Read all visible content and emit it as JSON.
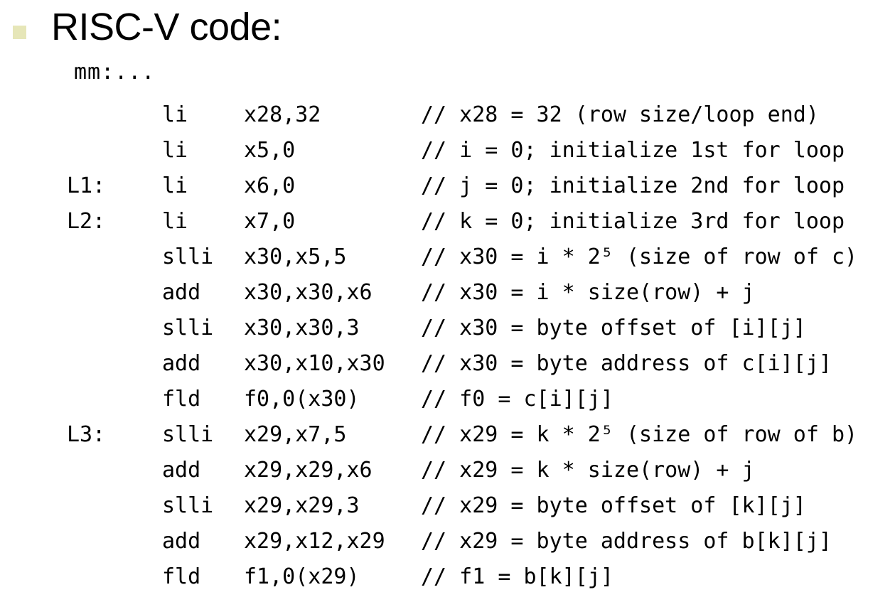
{
  "slide": {
    "title": "RISC-V code:",
    "function_label": "mm:..."
  },
  "code": [
    {
      "label": "",
      "op": "li",
      "args": "x28,32",
      "comment": "// x28 = 32 (row size/loop end)"
    },
    {
      "label": "",
      "op": "li",
      "args": "x5,0",
      "comment": "// i = 0; initialize 1st for loop"
    },
    {
      "label": "L1:",
      "op": "li",
      "args": "x6,0",
      "comment": "// j = 0; initialize 2nd for loop"
    },
    {
      "label": "L2:",
      "op": "li",
      "args": "x7,0",
      "comment": "// k = 0; initialize 3rd for loop"
    },
    {
      "label": "",
      "op": "slli",
      "args": "x30,x5,5",
      "comment": "// x30 = i * 2⁵ (size of row of c)"
    },
    {
      "label": "",
      "op": "add",
      "args": "x30,x30,x6",
      "comment": "// x30 = i * size(row) + j"
    },
    {
      "label": "",
      "op": "slli",
      "args": "x30,x30,3",
      "comment": "// x30 = byte offset of [i][j]"
    },
    {
      "label": "",
      "op": "add",
      "args": "x30,x10,x30",
      "comment": "// x30 = byte address of c[i][j]"
    },
    {
      "label": "",
      "op": "fld",
      "args": "f0,0(x30)",
      "comment": "// f0 = c[i][j]"
    },
    {
      "label": "L3:",
      "op": "slli",
      "args": "x29,x7,5",
      "comment": "// x29 = k * 2⁵ (size of row of b)"
    },
    {
      "label": "",
      "op": "add",
      "args": "x29,x29,x6",
      "comment": "// x29 = k * size(row) + j"
    },
    {
      "label": "",
      "op": "slli",
      "args": "x29,x29,3",
      "comment": "// x29 = byte offset of [k][j]"
    },
    {
      "label": "",
      "op": "add",
      "args": "x29,x12,x29",
      "comment": "// x29 = byte address of b[k][j]"
    },
    {
      "label": "",
      "op": "fld",
      "args": "f1,0(x29)",
      "comment": "// f1 = b[k][j]"
    }
  ],
  "colors": {
    "bullet": "#e6e6b8",
    "text": "#000000",
    "background": "#ffffff"
  }
}
